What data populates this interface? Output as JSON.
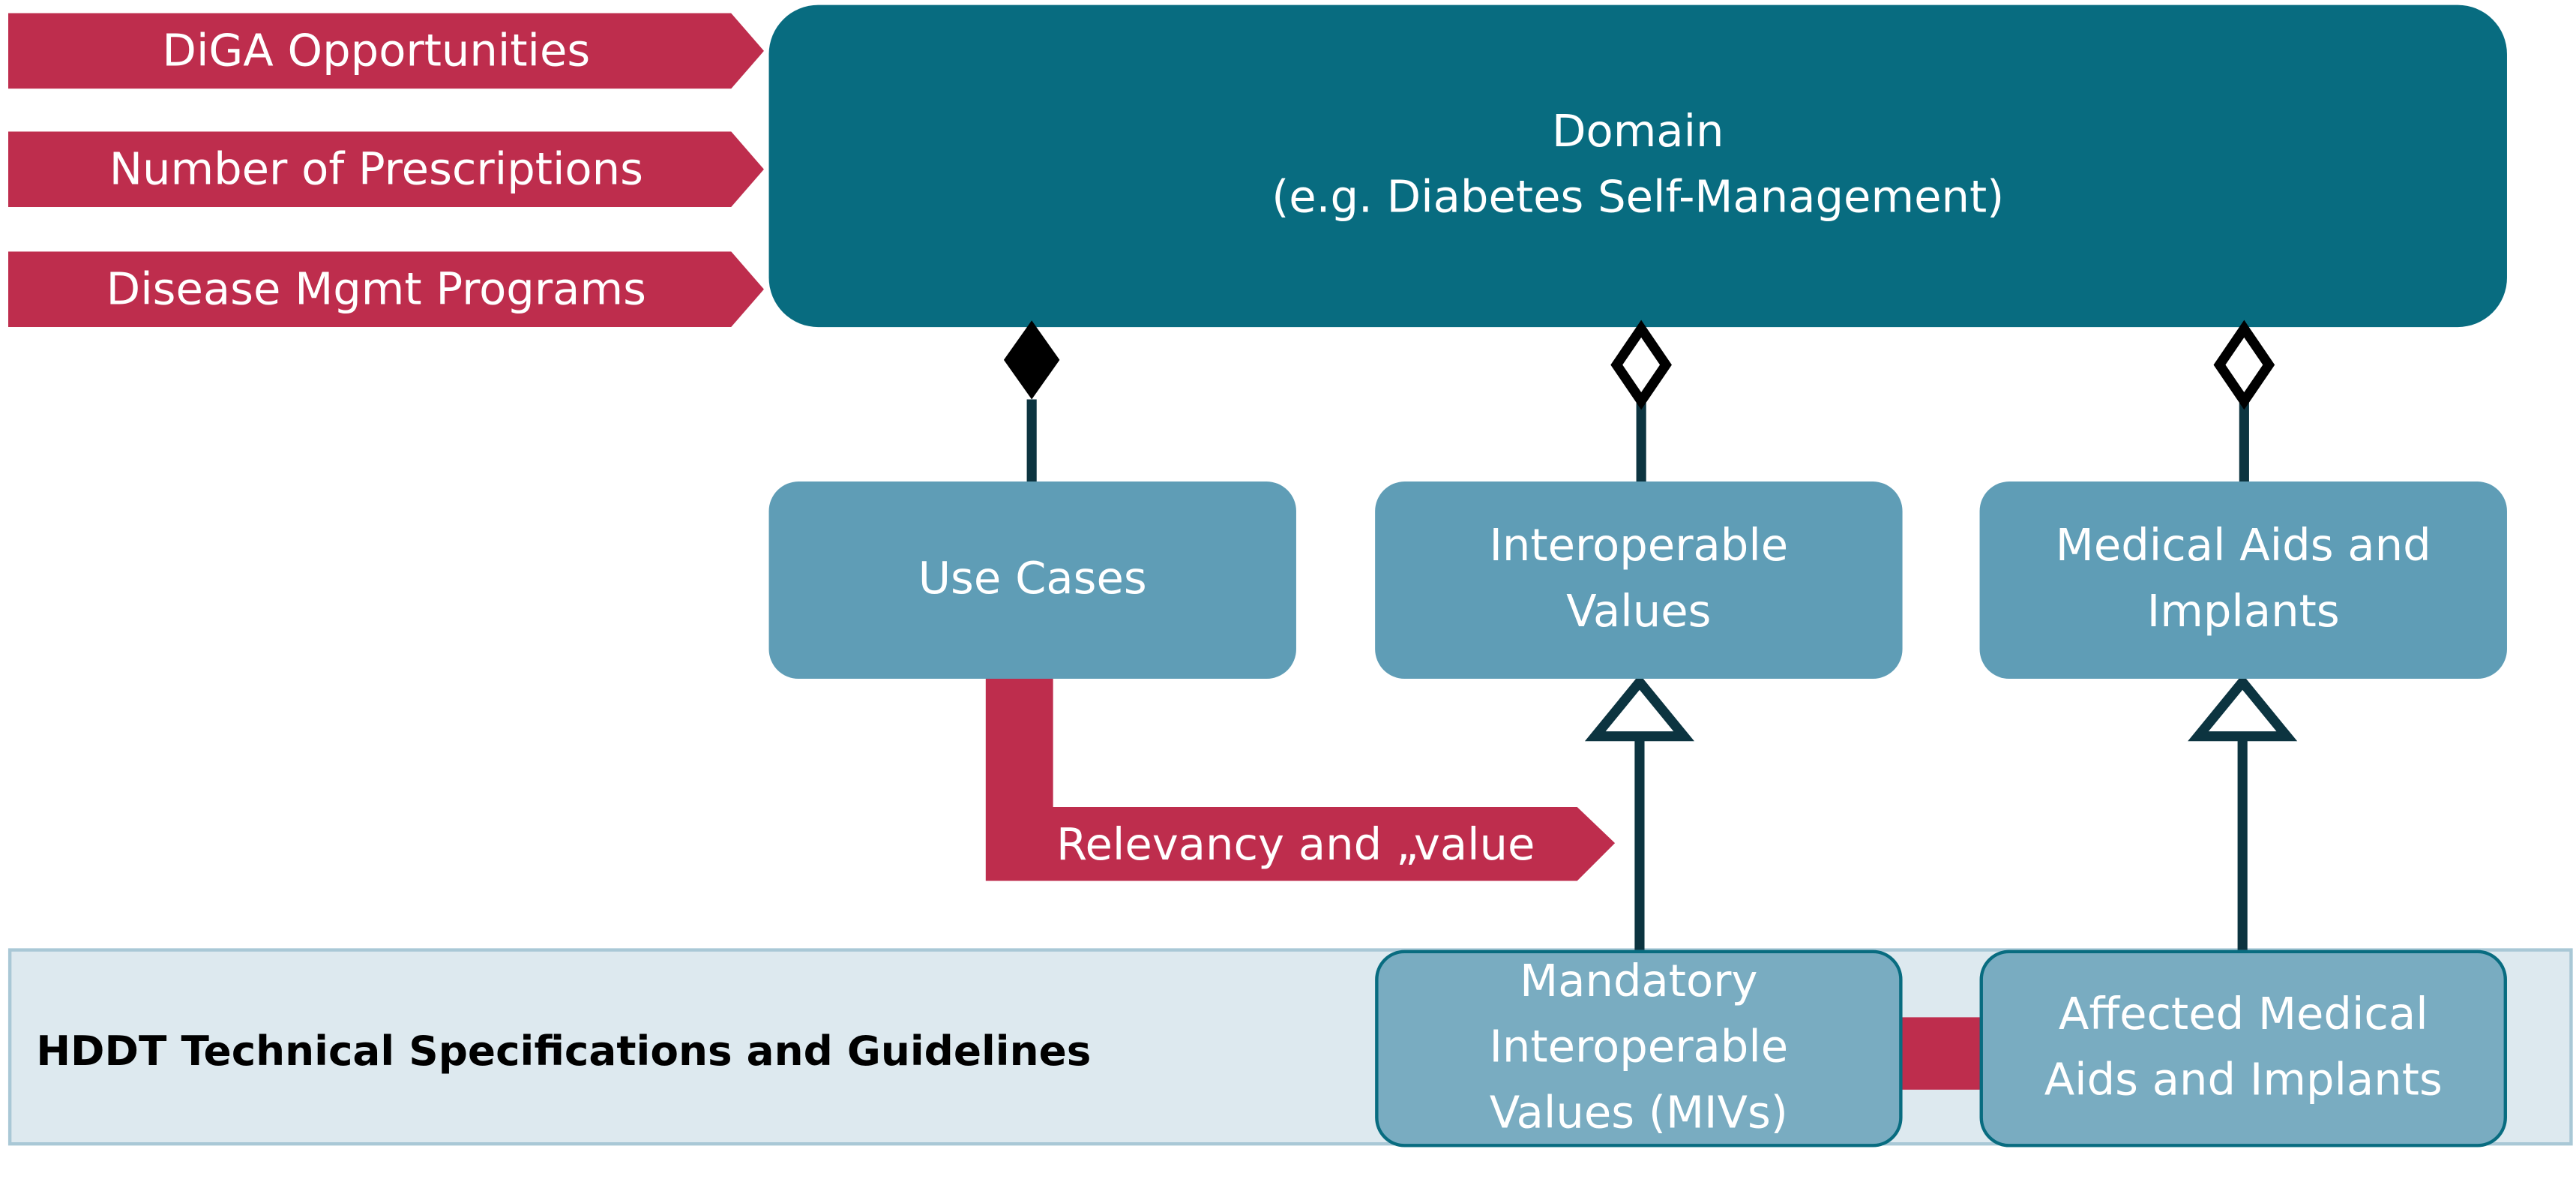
{
  "colors": {
    "crimson": "#be2d4d",
    "domain_teal": "#086c80",
    "mid_blue": "#5f9db6",
    "bottom_blue": "#79acc1",
    "band_bg": "#dde9ef",
    "connector": "#0c3440"
  },
  "drivers": [
    "DiGA Opportunities",
    "Number of Prescriptions",
    "Disease Mgmt Programs"
  ],
  "domain": {
    "line1": "Domain",
    "line2": "(e.g. Diabetes Self-Management)"
  },
  "mid_boxes": {
    "use_cases": "Use Cases",
    "interoperable_values": "Interoperable\nValues",
    "medical_aids": "Medical Aids and\nImplants"
  },
  "relevancy_label": "Relevancy and „value",
  "band": {
    "title": "HDDT Technical Specifications and Guidelines"
  },
  "bottom_boxes": {
    "mivs": "Mandatory\nInteroperable\nValues (MIVs)",
    "affected_aids": "Affected Medical\nAids and Implants"
  },
  "connectors": {
    "use_cases_to_domain": "composition",
    "values_to_domain": "aggregation",
    "aids_to_domain": "aggregation",
    "mivs_to_values": "generalization",
    "affected_to_aids": "generalization"
  }
}
